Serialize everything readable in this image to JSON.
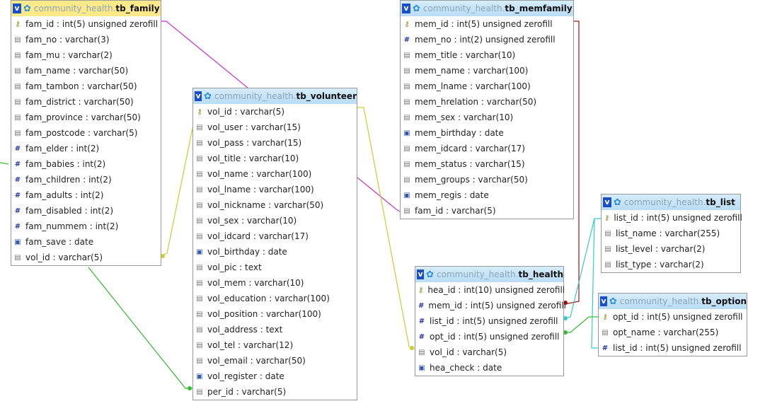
{
  "db": "community_health.",
  "tables": [
    {
      "id": "tb_family",
      "name": "tb_family",
      "highlight": true,
      "cols": [
        [
          "key",
          "fam_id : int(5) unsigned zerofill"
        ],
        [
          "str",
          "fam_no : varchar(3)"
        ],
        [
          "str",
          "fam_mu : varchar(2)"
        ],
        [
          "str",
          "fam_name : varchar(50)"
        ],
        [
          "str",
          "fam_tambon : varchar(50)"
        ],
        [
          "str",
          "fam_district : varchar(50)"
        ],
        [
          "str",
          "fam_province : varchar(50)"
        ],
        [
          "str",
          "fam_postcode : varchar(5)"
        ],
        [
          "int",
          "fam_elder : int(2)"
        ],
        [
          "int",
          "fam_babies : int(2)"
        ],
        [
          "int",
          "fam_children : int(2)"
        ],
        [
          "int",
          "fam_adults : int(2)"
        ],
        [
          "int",
          "fam_disabled : int(2)"
        ],
        [
          "int",
          "fam_nummem : int(2)"
        ],
        [
          "date",
          "fam_save : date"
        ],
        [
          "str",
          "vol_id : varchar(5)"
        ]
      ]
    },
    {
      "id": "tb_volunteer",
      "name": "tb_volunteer",
      "cols": [
        [
          "key",
          "vol_id : varchar(5)"
        ],
        [
          "str",
          "vol_user : varchar(15)"
        ],
        [
          "str",
          "vol_pass : varchar(15)"
        ],
        [
          "str",
          "vol_title : varchar(10)"
        ],
        [
          "str",
          "vol_name : varchar(100)"
        ],
        [
          "str",
          "vol_lname : varchar(100)"
        ],
        [
          "str",
          "vol_nickname : varchar(50)"
        ],
        [
          "str",
          "vol_sex : varchar(10)"
        ],
        [
          "str",
          "vol_idcard : varchar(17)"
        ],
        [
          "date",
          "vol_birthday : date"
        ],
        [
          "str",
          "vol_pic : text"
        ],
        [
          "str",
          "vol_mem : varchar(10)"
        ],
        [
          "str",
          "vol_education : varchar(100)"
        ],
        [
          "str",
          "vol_position : varchar(100)"
        ],
        [
          "str",
          "vol_address : text"
        ],
        [
          "str",
          "vol_tel : varchar(12)"
        ],
        [
          "str",
          "vol_email : varchar(50)"
        ],
        [
          "date",
          "vol_register : date"
        ],
        [
          "str",
          "per_id : varchar(5)"
        ]
      ]
    },
    {
      "id": "tb_memfamily",
      "name": "tb_memfamily",
      "cols": [
        [
          "key",
          "mem_id : int(5) unsigned zerofill"
        ],
        [
          "int",
          "mem_no : int(2) unsigned zerofill"
        ],
        [
          "str",
          "mem_title : varchar(10)"
        ],
        [
          "str",
          "mem_name : varchar(100)"
        ],
        [
          "str",
          "mem_lname : varchar(100)"
        ],
        [
          "str",
          "mem_hrelation : varchar(50)"
        ],
        [
          "str",
          "mem_sex : varchar(10)"
        ],
        [
          "date",
          "mem_birthday : date"
        ],
        [
          "str",
          "mem_idcard : varchar(17)"
        ],
        [
          "str",
          "mem_status : varchar(15)"
        ],
        [
          "str",
          "mem_groups : varchar(50)"
        ],
        [
          "date",
          "mem_regis : date"
        ],
        [
          "str",
          "fam_id : varchar(5)"
        ]
      ]
    },
    {
      "id": "tb_list",
      "name": "tb_list",
      "cols": [
        [
          "key",
          "list_id : int(5) unsigned zerofill"
        ],
        [
          "str",
          "list_name : varchar(255)"
        ],
        [
          "str",
          "list_level : varchar(2)"
        ],
        [
          "str",
          "list_type : varchar(2)"
        ]
      ]
    },
    {
      "id": "tb_health",
      "name": "tb_health",
      "cols": [
        [
          "key",
          "hea_id : int(10) unsigned zerofill"
        ],
        [
          "int",
          "mem_id : int(5) unsigned zerofill"
        ],
        [
          "int",
          "list_id : int(5) unsigned zerofill"
        ],
        [
          "int",
          "opt_id : int(5) unsigned zerofill"
        ],
        [
          "str",
          "vol_id : varchar(5)"
        ],
        [
          "date",
          "hea_check : date"
        ]
      ]
    },
    {
      "id": "tb_option",
      "name": "tb_option",
      "cols": [
        [
          "key",
          "opt_id : int(5) unsigned zerofill"
        ],
        [
          "str",
          "opt_name : varchar(255)"
        ],
        [
          "int",
          "list_id : int(5) unsigned zerofill"
        ]
      ]
    }
  ],
  "colors": {
    "magenta": "#cc33cc",
    "yellow": "#cccc33",
    "green": "#33bb33",
    "red": "#aa1111",
    "cyan": "#33cccc"
  }
}
